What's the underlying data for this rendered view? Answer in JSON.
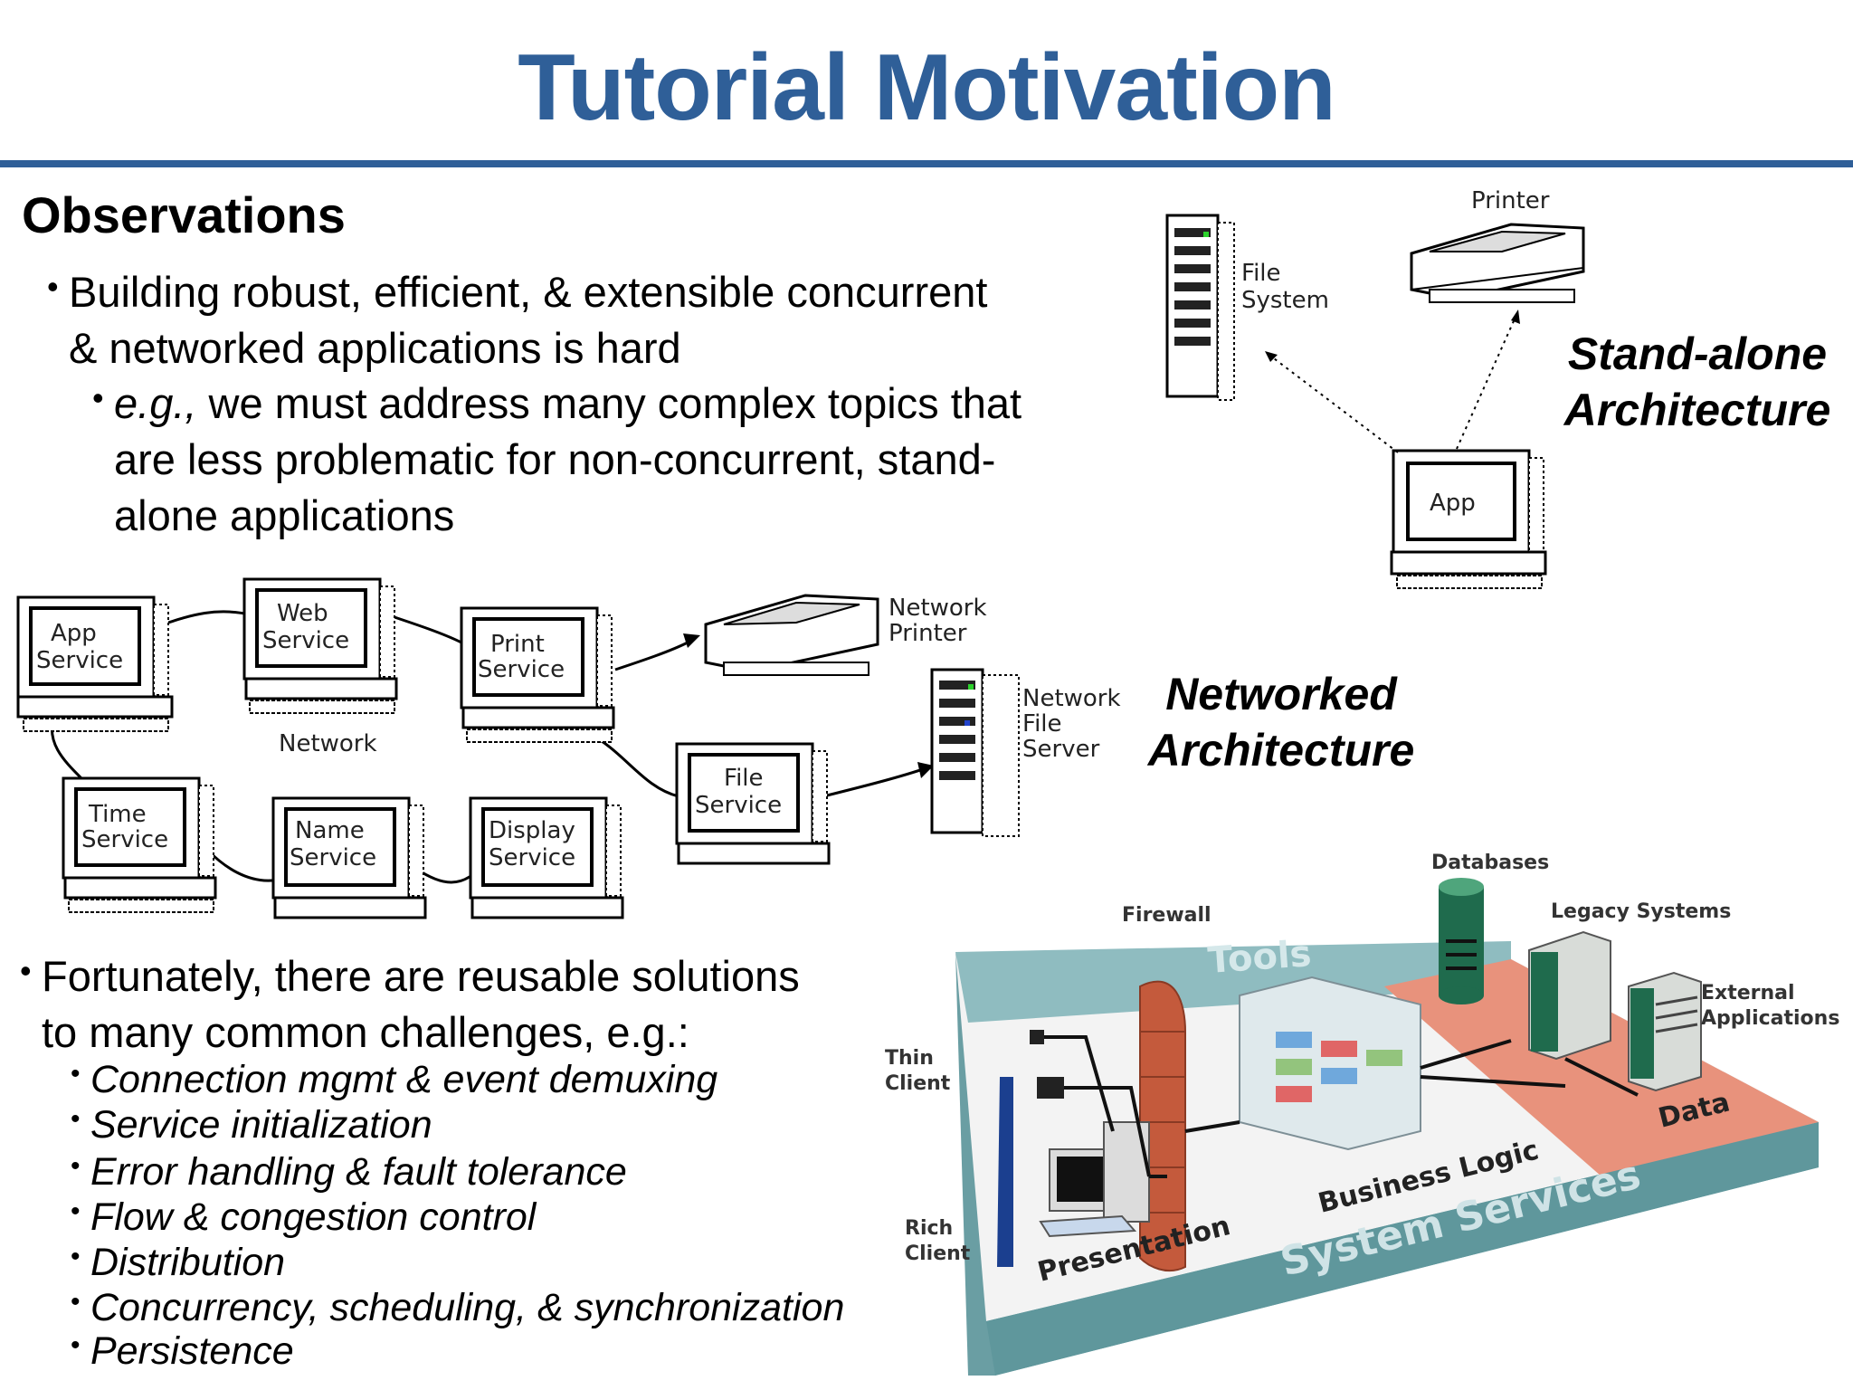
{
  "title": "Tutorial Motivation",
  "observations": {
    "heading": "Observations",
    "bullet1_line1": "Building robust, efficient, & extensible concurrent",
    "bullet1_line2": "& networked applications is hard",
    "sub_eg": "e.g.,",
    "sub_line1": " we must address many complex topics that",
    "sub_line2": "are less problematic for non-concurrent, stand-",
    "sub_line3": "alone applications"
  },
  "fortunately": {
    "line1": "Fortunately, there are reusable solutions",
    "line2": "to many common challenges, e.g.:",
    "items": [
      "Connection mgmt & event demuxing",
      "Service initialization",
      "Error handling & fault tolerance",
      "Flow & congestion control",
      "Distribution",
      "Concurrency, scheduling, & synchronization",
      "Persistence"
    ]
  },
  "standalone": {
    "caption_line1": "Stand-alone",
    "caption_line2": "Architecture",
    "printer": "Printer",
    "file_line1": "File",
    "file_line2": "System",
    "app": "App"
  },
  "networked": {
    "caption_line1": "Networked",
    "caption_line2": "Architecture",
    "network": "Network",
    "nodes": [
      {
        "l1": "App",
        "l2": "Service"
      },
      {
        "l1": "Web",
        "l2": "Service"
      },
      {
        "l1": "Print",
        "l2": "Service"
      },
      {
        "l1": "Time",
        "l2": "Service"
      },
      {
        "l1": "Name",
        "l2": "Service"
      },
      {
        "l1": "Display",
        "l2": "Service"
      },
      {
        "l1": "File",
        "l2": "Service"
      }
    ],
    "net_printer_l1": "Network",
    "net_printer_l2": "Printer",
    "net_file_l1": "Network",
    "net_file_l2": "File",
    "net_file_l3": "Server"
  },
  "tiers": {
    "databases": "Databases",
    "firewall": "Firewall",
    "legacy": "Legacy Systems",
    "tools": "Tools",
    "external_l1": "External",
    "external_l2": "Applications",
    "thin_l1": "Thin",
    "thin_l2": "Client",
    "rich_l1": "Rich",
    "rich_l2": "Client",
    "data": "Data",
    "business": "Business Logic",
    "presentation": "Presentation",
    "system_services": "System Services"
  }
}
